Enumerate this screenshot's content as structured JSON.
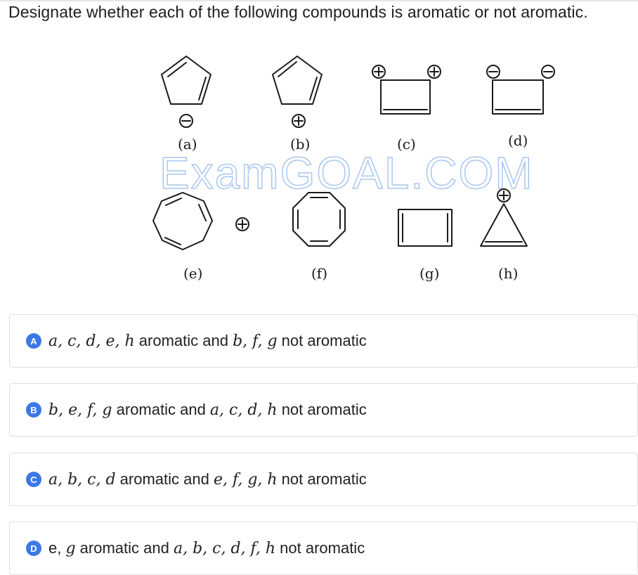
{
  "question": "Designate whether each of the following compounds is aromatic or not aromatic.",
  "figure": {
    "watermark": "ExamGOAL.COM",
    "labels": [
      "(a)",
      "(b)",
      "(c)",
      "(d)",
      "(e)",
      "(f)",
      "(g)",
      "(h)"
    ],
    "plus": "+",
    "minus": "−"
  },
  "options": [
    {
      "letter": "A",
      "group1": "a, c, d, e, h",
      "mid": " aromatic and ",
      "group2": "b, f, g",
      "tail": " not aromatic",
      "plain1": ""
    },
    {
      "letter": "B",
      "group1": "b, e, f, g",
      "mid": " aromatic and ",
      "group2": "a, c, d, h",
      "tail": " not aromatic",
      "plain1": ""
    },
    {
      "letter": "C",
      "group1": "a, b, c, d",
      "mid": " aromatic and ",
      "group2": "e, f, g, h",
      "tail": " not aromatic",
      "plain1": ""
    },
    {
      "letter": "D",
      "group1": "g",
      "mid": " aromatic and ",
      "group2": "a, b, c, d, f, h",
      "tail": " not aromatic",
      "plain1": "e, "
    }
  ],
  "colors": {
    "accent": "#3b78e7",
    "line": "#1a1a1a",
    "watermark": "#8fb6e6"
  }
}
